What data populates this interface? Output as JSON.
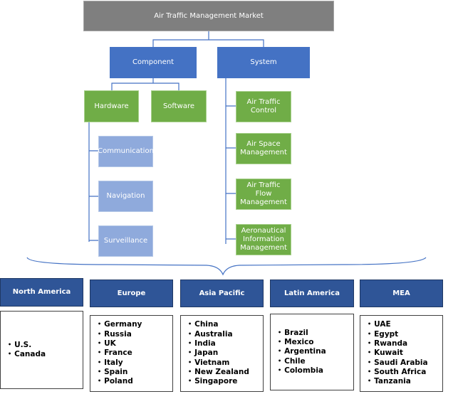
{
  "title": "Air Traffic Management Market",
  "component": {
    "label": "Component",
    "children": [
      {
        "label": "Hardware",
        "children": [
          "Communication",
          "Navigation",
          "Surveillance"
        ]
      },
      {
        "label": "Software"
      }
    ]
  },
  "system": {
    "label": "System",
    "children": [
      "Air Traffic Control",
      "Air Space Management",
      "Air Traffic Flow Management",
      "Aeronautical Information Management"
    ]
  },
  "regions": [
    {
      "name": "North America",
      "countries": [
        "U.S.",
        "Canada"
      ]
    },
    {
      "name": "Europe",
      "countries": [
        "Germany",
        "Russia",
        "UK",
        "France",
        "Italy",
        "Spain",
        "Poland"
      ]
    },
    {
      "name": "Asia Pacific",
      "countries": [
        "China",
        "Australia",
        "India",
        "Japan",
        "Vietnam",
        "New Zealand",
        "Singapore"
      ]
    },
    {
      "name": "Latin America",
      "countries": [
        "Brazil",
        "Mexico",
        "Argentina",
        "Chile",
        "Colombia"
      ]
    },
    {
      "name": "MEA",
      "countries": [
        "UAE",
        "Egypt",
        "Rwanda",
        "Kuwait",
        "Saudi Arabia",
        "South Africa",
        "Tanzania"
      ]
    }
  ],
  "colors": {
    "root": "#7f7f7f",
    "level1": "#4472c4",
    "level2": "#70ad47",
    "level3": "#8faadc",
    "region": "#2f5597",
    "connector": "#4472c4"
  }
}
